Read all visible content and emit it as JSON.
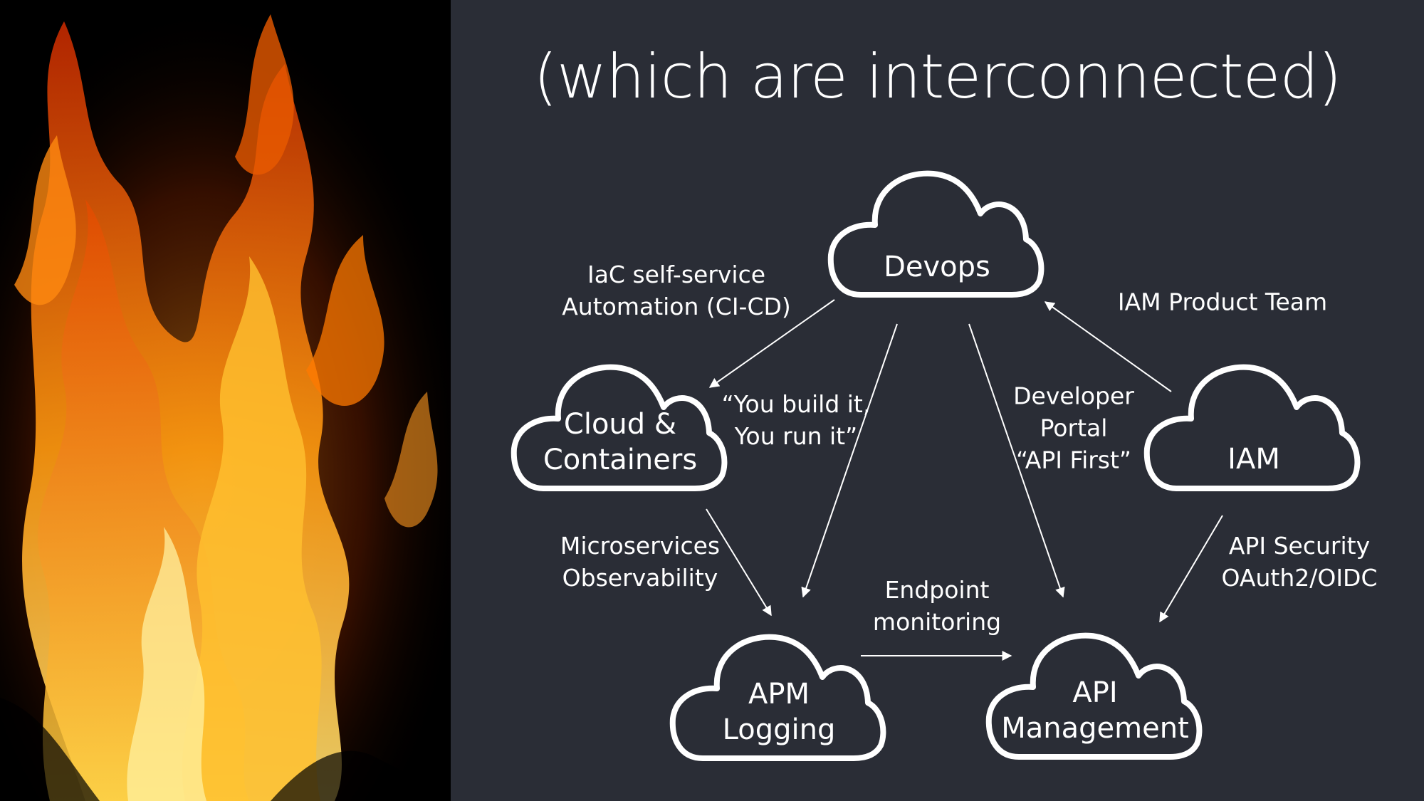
{
  "slide": {
    "title": "(which are interconnected)"
  },
  "nodes": {
    "devops": {
      "line1": "Devops"
    },
    "cloud": {
      "line1": "Cloud &",
      "line2": "Containers"
    },
    "iam": {
      "line1": "IAM"
    },
    "apm": {
      "line1": "APM",
      "line2": "Logging"
    },
    "api": {
      "line1": "API",
      "line2": "Management"
    }
  },
  "edges": {
    "devops_to_cloud": {
      "line1": "IaC self-service",
      "line2": "Automation (CI-CD)"
    },
    "devops_to_apm": {
      "line1": "“You build it,",
      "line2": "You run it”"
    },
    "devops_to_api": {
      "line1": "Developer",
      "line2": "Portal",
      "line3": "“API First”"
    },
    "iam_to_devops": {
      "line1": "IAM Product Team"
    },
    "cloud_to_apm": {
      "line1": "Microservices",
      "line2": "Observability"
    },
    "iam_to_api": {
      "line1": "API Security",
      "line2": "OAuth2/OIDC"
    },
    "apm_to_api": {
      "line1": "Endpoint",
      "line2": "monitoring"
    }
  },
  "colors": {
    "background": "#2a2d36",
    "foreground": "#ffffff",
    "fire_panel": "#000000"
  }
}
